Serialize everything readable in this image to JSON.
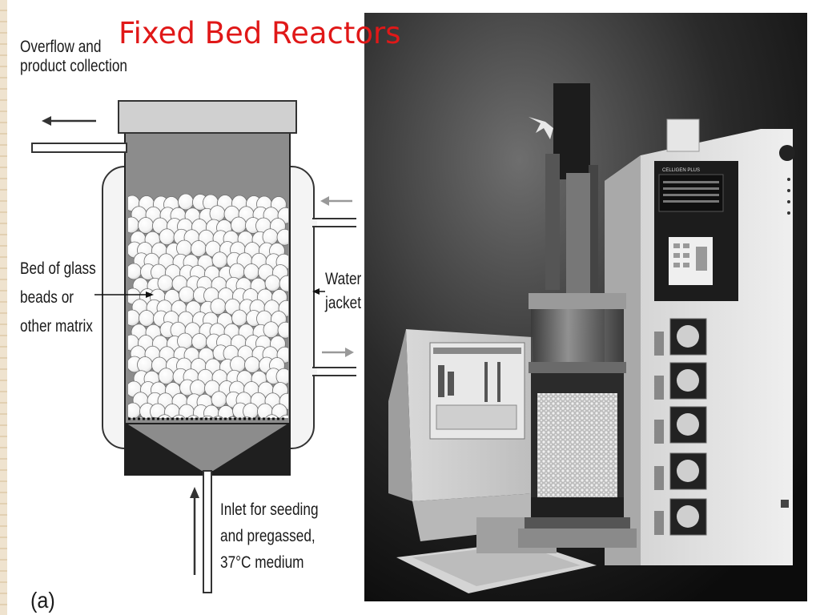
{
  "slide": {
    "title": "Fixed Bed Reactors"
  },
  "diagram": {
    "panel_label": "(a)",
    "labels": {
      "overflow_line1": "Overflow and",
      "overflow_line2": "product collection",
      "bed_line1": "Bed of glass",
      "bed_line2": "beads or",
      "bed_line3": "other matrix",
      "water_line1": "Water",
      "water_line2": "jacket",
      "inlet_line1": "Inlet for seeding",
      "inlet_line2": "and pregassed,",
      "inlet_line3": "37°C medium"
    }
  },
  "photo": {
    "subject": "benchtop bioreactor with packed bed vessel, control cabinet, pumps and computer",
    "controller_brand": "CELLIGEN PLUS"
  },
  "colors": {
    "title": "#e01818",
    "vessel_fill": "#8a8a8a",
    "vessel_dark": "#1e1e1e",
    "jacket_fill": "#f2f2f2"
  }
}
